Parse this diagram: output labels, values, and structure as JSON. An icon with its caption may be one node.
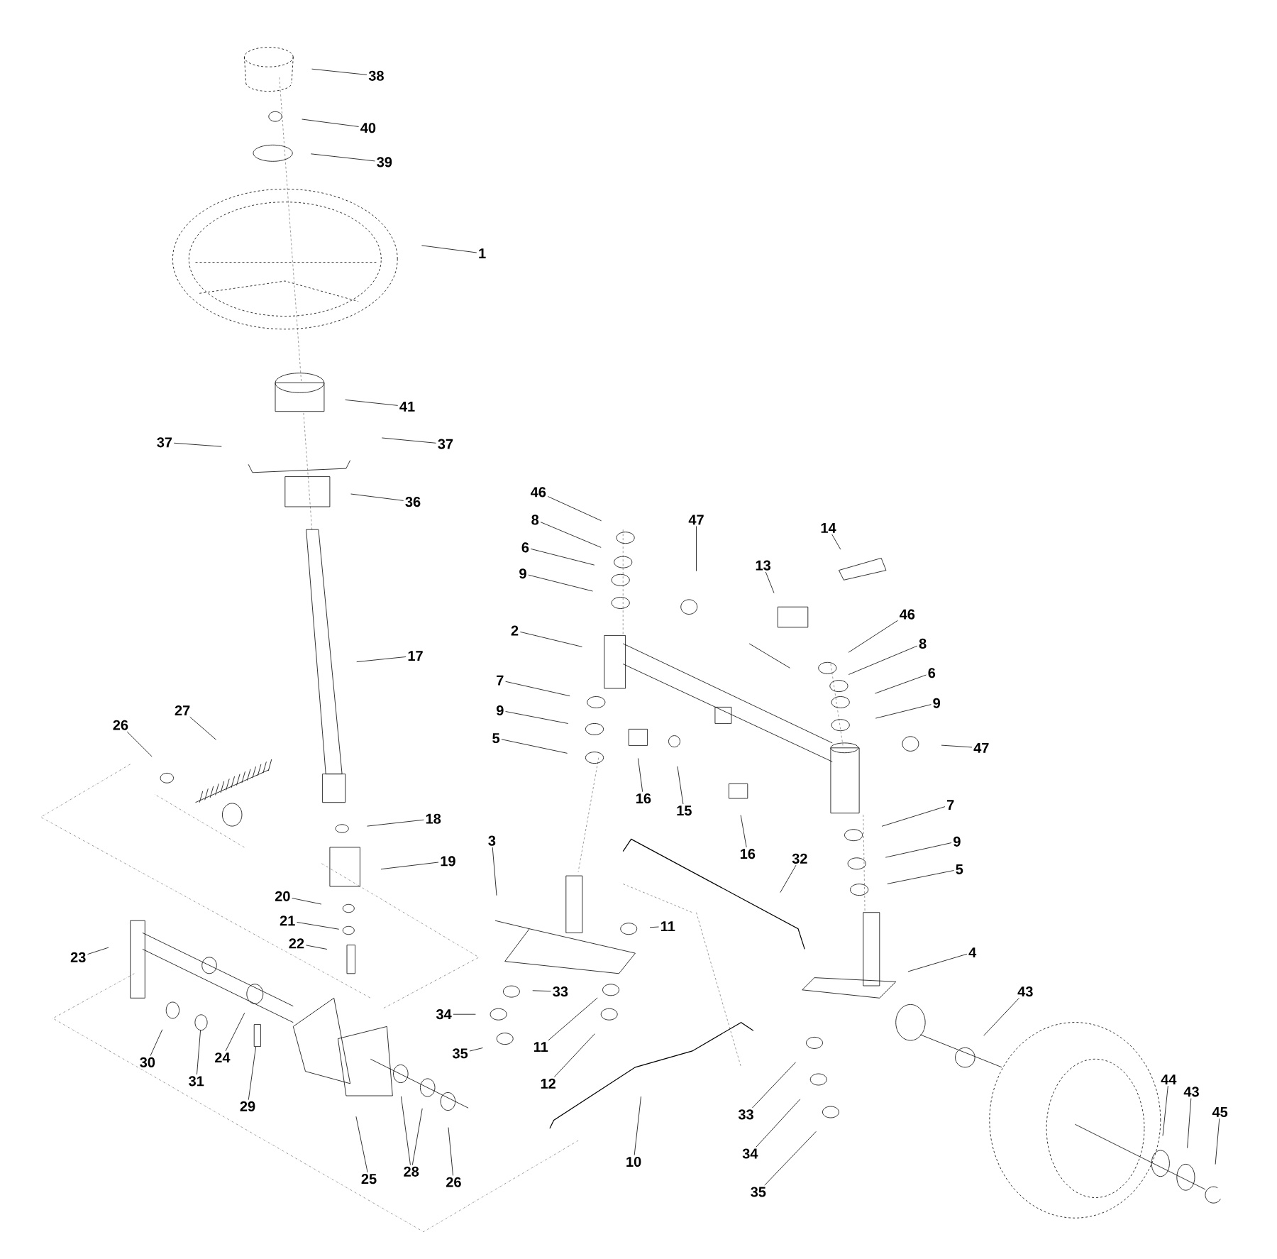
{
  "diagram": {
    "nodes": [
      {
        "text": [
          "38"
        ]
      },
      {
        "text": [
          "40"
        ]
      },
      {
        "text": [
          "39"
        ]
      },
      {
        "text": [
          "1"
        ]
      },
      {
        "text": [
          "41"
        ]
      },
      {
        "text": [
          "37"
        ]
      },
      {
        "text": [
          "37"
        ]
      },
      {
        "text": [
          "36"
        ]
      },
      {
        "text": [
          "46"
        ]
      },
      {
        "text": [
          "47"
        ]
      },
      {
        "text": [
          "14"
        ]
      },
      {
        "text": [
          "8"
        ]
      },
      {
        "text": [
          "6"
        ]
      },
      {
        "text": [
          "13"
        ]
      },
      {
        "text": [
          "9"
        ]
      },
      {
        "text": [
          "46"
        ]
      },
      {
        "text": [
          "2"
        ]
      },
      {
        "text": [
          "8"
        ]
      },
      {
        "text": [
          "17"
        ]
      },
      {
        "text": [
          "6"
        ]
      },
      {
        "text": [
          "7"
        ]
      },
      {
        "text": [
          "9"
        ]
      },
      {
        "text": [
          "27"
        ]
      },
      {
        "text": [
          "9"
        ]
      },
      {
        "text": [
          "26"
        ]
      },
      {
        "text": [
          "5"
        ]
      },
      {
        "text": [
          "47"
        ]
      },
      {
        "text": [
          "16"
        ]
      },
      {
        "text": [
          "7"
        ]
      },
      {
        "text": [
          "15"
        ]
      },
      {
        "text": [
          "18"
        ]
      },
      {
        "text": [
          "3"
        ]
      },
      {
        "text": [
          "9"
        ]
      },
      {
        "text": [
          "16"
        ]
      },
      {
        "text": [
          "32"
        ]
      },
      {
        "text": [
          "19"
        ]
      },
      {
        "text": [
          "5"
        ]
      },
      {
        "text": [
          "20"
        ]
      },
      {
        "text": [
          "21"
        ]
      },
      {
        "text": [
          "11"
        ]
      },
      {
        "text": [
          "22"
        ]
      },
      {
        "text": [
          "4"
        ]
      },
      {
        "text": [
          "23"
        ]
      },
      {
        "text": [
          "33"
        ]
      },
      {
        "text": [
          "43"
        ]
      },
      {
        "text": [
          "34"
        ]
      },
      {
        "text": [
          "11"
        ]
      },
      {
        "text": [
          "35"
        ]
      },
      {
        "text": [
          "24"
        ]
      },
      {
        "text": [
          "30"
        ]
      },
      {
        "text": [
          "31"
        ]
      },
      {
        "text": [
          "44"
        ]
      },
      {
        "text": [
          "12"
        ]
      },
      {
        "text": [
          "43"
        ]
      },
      {
        "text": [
          "29"
        ]
      },
      {
        "text": [
          "45"
        ]
      },
      {
        "text": [
          "33"
        ]
      },
      {
        "text": [
          "34"
        ]
      },
      {
        "text": [
          "10"
        ]
      },
      {
        "text": [
          "28"
        ]
      },
      {
        "text": [
          "25"
        ]
      },
      {
        "text": [
          "26"
        ]
      },
      {
        "text": [
          "35"
        ]
      },
      {
        "text": [],
        "shape": "circle"
      },
      {
        "text": [],
        "shape": "bar"
      }
    ],
    "edges": [
      {
        "from": 0,
        "to": null,
        "arrow": "none"
      },
      {
        "from": 1,
        "to": null,
        "arrow": "none"
      },
      {
        "from": 2,
        "to": null,
        "arrow": "none"
      },
      {
        "from": 3,
        "to": null,
        "arrow": "none"
      },
      {
        "from": 4,
        "to": null,
        "arrow": "none"
      },
      {
        "from": 5,
        "to": null,
        "arrow": "none"
      },
      {
        "from": 6,
        "to": null,
        "arrow": "none"
      },
      {
        "from": 7,
        "to": null,
        "arrow": "none"
      },
      {
        "from": 8,
        "to": null,
        "arrow": "none"
      },
      {
        "from": 9,
        "to": null,
        "arrow": "none"
      },
      {
        "from": 10,
        "to": null,
        "arrow": "none"
      },
      {
        "from": 11,
        "to": null,
        "arrow": "none"
      },
      {
        "from": 12,
        "to": null,
        "arrow": "none"
      },
      {
        "from": 13,
        "to": null,
        "arrow": "none"
      },
      {
        "from": 14,
        "to": null,
        "arrow": "none"
      },
      {
        "from": 15,
        "to": null,
        "arrow": "none"
      },
      {
        "from": 16,
        "to": null,
        "arrow": "none"
      },
      {
        "from": 17,
        "to": null,
        "arrow": "none"
      },
      {
        "from": 18,
        "to": null,
        "arrow": "none"
      },
      {
        "from": 19,
        "to": null,
        "arrow": "none"
      },
      {
        "from": 20,
        "to": null,
        "arrow": "none"
      },
      {
        "from": 21,
        "to": null,
        "arrow": "none"
      },
      {
        "from": 22,
        "to": null,
        "arrow": "none"
      },
      {
        "from": 23,
        "to": null,
        "arrow": "none"
      },
      {
        "from": 24,
        "to": null,
        "arrow": "none"
      },
      {
        "from": 25,
        "to": null,
        "arrow": "none"
      },
      {
        "from": 26,
        "to": null,
        "arrow": "none"
      },
      {
        "from": 27,
        "to": null,
        "arrow": "none"
      },
      {
        "from": 28,
        "to": null,
        "arrow": "none"
      },
      {
        "from": 29,
        "to": null,
        "arrow": "none"
      },
      {
        "from": 30,
        "to": null,
        "arrow": "none"
      },
      {
        "from": 31,
        "to": null,
        "arrow": "none"
      },
      {
        "from": 32,
        "to": null,
        "arrow": "none"
      },
      {
        "from": 33,
        "to": null,
        "arrow": "none"
      },
      {
        "from": 34,
        "to": null,
        "arrow": "none"
      },
      {
        "from": 35,
        "to": null,
        "arrow": "none"
      },
      {
        "from": 36,
        "to": null,
        "arrow": "none"
      },
      {
        "from": 37,
        "to": null,
        "arrow": "none"
      },
      {
        "from": 38,
        "to": null,
        "arrow": "none"
      },
      {
        "from": 39,
        "to": null,
        "arrow": "none"
      },
      {
        "from": 40,
        "to": null,
        "arrow": "none"
      },
      {
        "from": 41,
        "to": null,
        "arrow": "none"
      },
      {
        "from": 42,
        "to": null,
        "arrow": "none"
      },
      {
        "from": 43,
        "to": null,
        "arrow": "none"
      },
      {
        "from": 44,
        "to": null,
        "arrow": "none"
      },
      {
        "from": 45,
        "to": null,
        "arrow": "none"
      },
      {
        "from": 46,
        "to": null,
        "arrow": "none"
      },
      {
        "from": 47,
        "to": null,
        "arrow": "none"
      },
      {
        "from": 48,
        "to": null,
        "arrow": "none"
      },
      {
        "from": 49,
        "to": null,
        "arrow": "none"
      },
      {
        "from": 50,
        "to": 63,
        "arrow": "none"
      },
      {
        "from": 51,
        "to": null,
        "arrow": "none"
      },
      {
        "from": 52,
        "to": null,
        "arrow": "none"
      },
      {
        "from": 53,
        "to": null,
        "arrow": "none"
      },
      {
        "from": 54,
        "to": 64,
        "arrow": "none"
      },
      {
        "from": 55,
        "to": null,
        "arrow": "none"
      },
      {
        "from": 56,
        "to": null,
        "arrow": "none"
      },
      {
        "from": 57,
        "to": null,
        "arrow": "none"
      },
      {
        "from": 58,
        "to": null,
        "arrow": "none"
      },
      {
        "from": 59,
        "to": null,
        "arrow": "none"
      },
      {
        "from": 59,
        "to": null,
        "arrow": "none"
      },
      {
        "from": 60,
        "to": null,
        "arrow": "none"
      },
      {
        "from": 61,
        "to": null,
        "arrow": "none"
      },
      {
        "from": 62,
        "to": null,
        "arrow": "none"
      }
    ]
  }
}
